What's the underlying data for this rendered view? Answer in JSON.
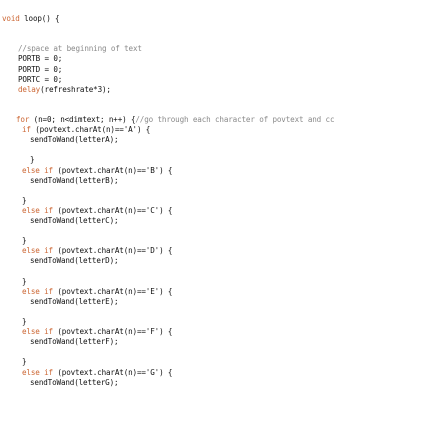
{
  "editor": {
    "colors": {
      "keyword": "#cc6633",
      "comment": "#8a8a8a",
      "text": "#111111",
      "background": "#ffffff"
    },
    "lines": [
      {
        "indent": 0,
        "tokens": [
          {
            "t": "void",
            "c": "kw"
          },
          {
            "t": " loop() {",
            "c": ""
          }
        ]
      },
      {
        "indent": 0,
        "tokens": []
      },
      {
        "indent": 0,
        "tokens": []
      },
      {
        "indent": 2,
        "tokens": [
          {
            "t": "//space at beginning of text",
            "c": "cm"
          }
        ]
      },
      {
        "indent": 2,
        "tokens": [
          {
            "t": "PORTB = 0;",
            "c": ""
          }
        ]
      },
      {
        "indent": 2,
        "tokens": [
          {
            "t": "PORTD = 0;",
            "c": ""
          }
        ]
      },
      {
        "indent": 2,
        "tokens": [
          {
            "t": "PORTC = 0;",
            "c": ""
          }
        ]
      },
      {
        "indent": 2,
        "tokens": [
          {
            "t": "delay",
            "c": "kw"
          },
          {
            "t": "(refreshrate*3);",
            "c": ""
          }
        ]
      },
      {
        "indent": 0,
        "tokens": []
      },
      {
        "indent": 0,
        "tokens": []
      },
      {
        "indent": 1,
        "tokens": [
          {
            "t": "for",
            "c": "kw"
          },
          {
            "t": " (n=0; n<dimtext; n++) {",
            "c": ""
          },
          {
            "t": "//go through each character of povtext and cc",
            "c": "cm"
          }
        ]
      },
      {
        "indent": 3,
        "tokens": [
          {
            "t": "if",
            "c": "kw"
          },
          {
            "t": " (povtext.charAt(n)=='A') {",
            "c": ""
          }
        ]
      },
      {
        "indent": 4,
        "tokens": [
          {
            "t": "sendToWand(letterA);",
            "c": ""
          }
        ]
      },
      {
        "indent": 0,
        "tokens": []
      },
      {
        "indent": 4,
        "tokens": [
          {
            "t": "}",
            "c": ""
          }
        ]
      },
      {
        "indent": 3,
        "tokens": [
          {
            "t": "else if",
            "c": "kw"
          },
          {
            "t": " (povtext.charAt(n)=='B') {",
            "c": ""
          }
        ]
      },
      {
        "indent": 4,
        "tokens": [
          {
            "t": "sendToWand(letterB);",
            "c": ""
          }
        ]
      },
      {
        "indent": 0,
        "tokens": []
      },
      {
        "indent": 3,
        "tokens": [
          {
            "t": "}",
            "c": ""
          }
        ]
      },
      {
        "indent": 3,
        "tokens": [
          {
            "t": "else if",
            "c": "kw"
          },
          {
            "t": " (povtext.charAt(n)=='C') {",
            "c": ""
          }
        ]
      },
      {
        "indent": 4,
        "tokens": [
          {
            "t": "sendToWand(letterC);",
            "c": ""
          }
        ]
      },
      {
        "indent": 0,
        "tokens": []
      },
      {
        "indent": 3,
        "tokens": [
          {
            "t": "}",
            "c": ""
          }
        ]
      },
      {
        "indent": 3,
        "tokens": [
          {
            "t": "else if",
            "c": "kw"
          },
          {
            "t": " (povtext.charAt(n)=='D') {",
            "c": ""
          }
        ]
      },
      {
        "indent": 4,
        "tokens": [
          {
            "t": "sendToWand(letterD);",
            "c": ""
          }
        ]
      },
      {
        "indent": 0,
        "tokens": []
      },
      {
        "indent": 3,
        "tokens": [
          {
            "t": "}",
            "c": ""
          }
        ]
      },
      {
        "indent": 3,
        "tokens": [
          {
            "t": "else if",
            "c": "kw"
          },
          {
            "t": " (povtext.charAt(n)=='E') {",
            "c": ""
          }
        ]
      },
      {
        "indent": 4,
        "tokens": [
          {
            "t": "sendToWand(letterE);",
            "c": ""
          }
        ]
      },
      {
        "indent": 0,
        "tokens": []
      },
      {
        "indent": 3,
        "tokens": [
          {
            "t": "}",
            "c": ""
          }
        ]
      },
      {
        "indent": 3,
        "tokens": [
          {
            "t": "else if",
            "c": "kw"
          },
          {
            "t": " (povtext.charAt(n)=='F') {",
            "c": ""
          }
        ]
      },
      {
        "indent": 4,
        "tokens": [
          {
            "t": "sendToWand(letterF);",
            "c": ""
          }
        ]
      },
      {
        "indent": 0,
        "tokens": []
      },
      {
        "indent": 3,
        "tokens": [
          {
            "t": "}",
            "c": ""
          }
        ]
      },
      {
        "indent": 3,
        "tokens": [
          {
            "t": "else if",
            "c": "kw"
          },
          {
            "t": " (povtext.charAt(n)=='G') {",
            "c": ""
          }
        ]
      },
      {
        "indent": 4,
        "tokens": [
          {
            "t": "sendToWand(letterG);",
            "c": ""
          }
        ]
      }
    ]
  }
}
